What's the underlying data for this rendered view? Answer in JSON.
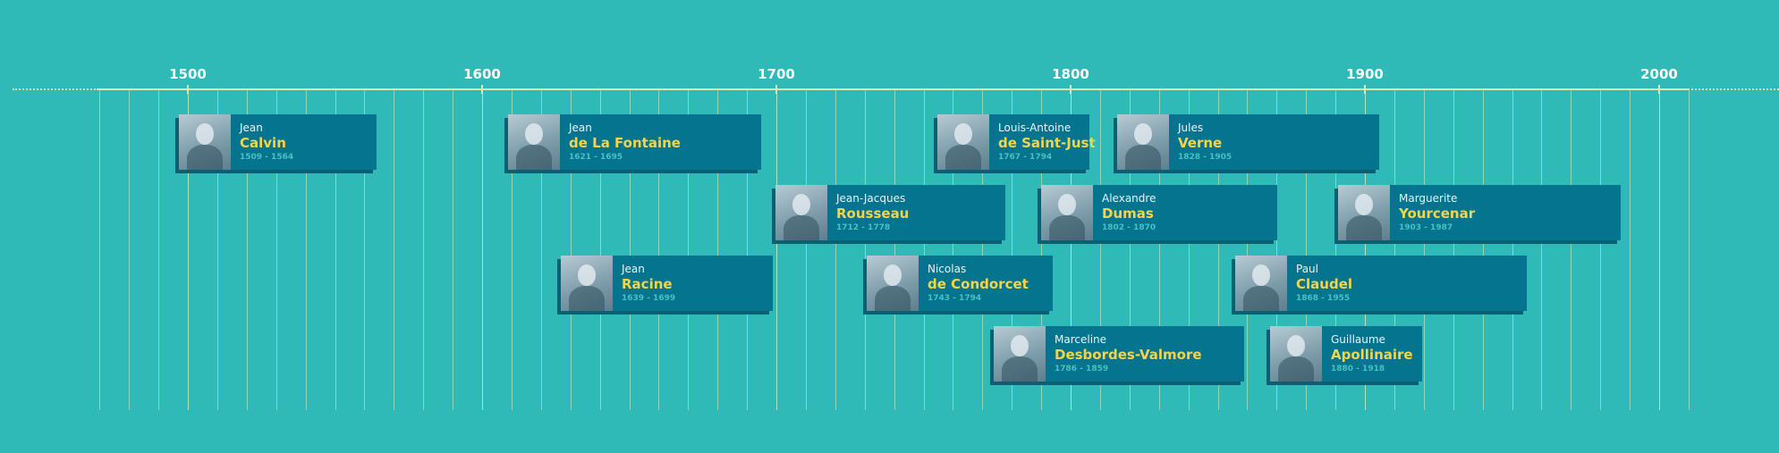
{
  "axis": {
    "start_year": 1470,
    "end_year": 2010,
    "decade_step": 10,
    "labels": [
      {
        "year": 1500,
        "text": "1500"
      },
      {
        "year": 1600,
        "text": "1600"
      },
      {
        "year": 1700,
        "text": "1700"
      },
      {
        "year": 1800,
        "text": "1800"
      },
      {
        "year": 1900,
        "text": "1900"
      },
      {
        "year": 2000,
        "text": "2000"
      }
    ]
  },
  "colors": {
    "background": "#2fbab7",
    "card": "#05758f",
    "first_name": "#e9f3f5",
    "last_name": "#f4d44a",
    "dates": "#49c1c4",
    "axis": "#d8e8b5"
  },
  "people": [
    {
      "first": "Jean",
      "last": "Calvin",
      "dates": "1509 - 1564",
      "birth": 1509,
      "death": 1564,
      "row": 0
    },
    {
      "first": "Jean",
      "last": "de La Fontaine",
      "dates": "1621 - 1695",
      "birth": 1621,
      "death": 1695,
      "row": 0
    },
    {
      "first": "Louis-Antoine",
      "last": "de Saint-Just",
      "dates": "1767 - 1794",
      "birth": 1767,
      "death": 1794,
      "row": 0
    },
    {
      "first": "Jules",
      "last": "Verne",
      "dates": "1828 - 1905",
      "birth": 1828,
      "death": 1905,
      "row": 0
    },
    {
      "first": "Jean-Jacques",
      "last": "Rousseau",
      "dates": "1712 - 1778",
      "birth": 1712,
      "death": 1778,
      "row": 1
    },
    {
      "first": "Alexandre",
      "last": "Dumas",
      "dates": "1802 - 1870",
      "birth": 1802,
      "death": 1870,
      "row": 1
    },
    {
      "first": "Marguerite",
      "last": "Yourcenar",
      "dates": "1903 - 1987",
      "birth": 1903,
      "death": 1987,
      "row": 1
    },
    {
      "first": "Jean",
      "last": "Racine",
      "dates": "1639 - 1699",
      "birth": 1639,
      "death": 1699,
      "row": 2
    },
    {
      "first": "Nicolas",
      "last": "de Condorcet",
      "dates": "1743 - 1794",
      "birth": 1743,
      "death": 1794,
      "row": 2
    },
    {
      "first": "Paul",
      "last": "Claudel",
      "dates": "1868 - 1955",
      "birth": 1868,
      "death": 1955,
      "row": 2
    },
    {
      "first": "Marceline",
      "last": "Desbordes-Valmore",
      "dates": "1786 - 1859",
      "birth": 1786,
      "death": 1859,
      "row": 3
    },
    {
      "first": "Guillaume",
      "last": "Apollinaire",
      "dates": "1880 - 1918",
      "birth": 1880,
      "death": 1918,
      "row": 3
    }
  ]
}
